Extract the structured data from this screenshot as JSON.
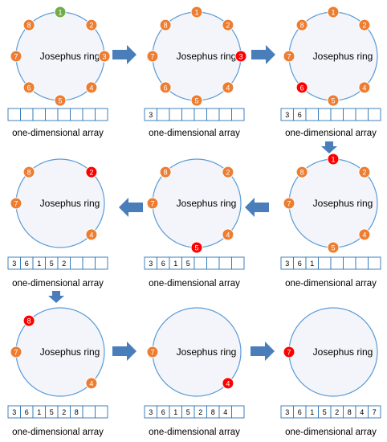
{
  "ring_label": "Josephus ring",
  "array_caption": "one-dimensional array",
  "colors": {
    "node": "#ed7d31",
    "active": "#ff0000",
    "start": "#70ad47",
    "ring_stroke": "#5b9bd5",
    "ring_fill": "#f3f5fa",
    "arrow": "#4a7ebb",
    "cell_stroke": "#2e75b6"
  },
  "panels": [
    {
      "nodes": [
        "1",
        "2",
        "3",
        "4",
        "5",
        "6",
        "7",
        "8"
      ],
      "highlight": "1",
      "highlight_color": "start",
      "array": [
        "",
        "",
        "",
        "",
        "",
        "",
        "",
        ""
      ]
    },
    {
      "nodes": [
        "1",
        "2",
        "3",
        "4",
        "5",
        "6",
        "7",
        "8"
      ],
      "highlight": "3",
      "highlight_color": "active",
      "array": [
        "3",
        "",
        "",
        "",
        "",
        "",
        "",
        ""
      ]
    },
    {
      "nodes": [
        "1",
        "2",
        "4",
        "5",
        "6",
        "7",
        "8"
      ],
      "highlight": "6",
      "highlight_color": "active",
      "array": [
        "3",
        "6",
        "",
        "",
        "",
        "",
        "",
        ""
      ]
    },
    {
      "nodes": [
        "2",
        "4",
        "7",
        "8"
      ],
      "highlight": "2",
      "highlight_color": "active",
      "array": [
        "3",
        "6",
        "1",
        "5",
        "2",
        "",
        "",
        ""
      ]
    },
    {
      "nodes": [
        "2",
        "4",
        "5",
        "7",
        "8"
      ],
      "highlight": "5",
      "highlight_color": "active",
      "array": [
        "3",
        "6",
        "1",
        "5",
        "",
        "",
        "",
        ""
      ]
    },
    {
      "nodes": [
        "1",
        "2",
        "4",
        "5",
        "7",
        "8"
      ],
      "highlight": "1",
      "highlight_color": "active",
      "array": [
        "3",
        "6",
        "1",
        "",
        "",
        "",
        "",
        ""
      ]
    },
    {
      "nodes": [
        "4",
        "7",
        "8"
      ],
      "highlight": "8",
      "highlight_color": "active",
      "array": [
        "3",
        "6",
        "1",
        "5",
        "2",
        "8",
        "",
        ""
      ]
    },
    {
      "nodes": [
        "4",
        "7"
      ],
      "highlight": "4",
      "highlight_color": "active",
      "array": [
        "3",
        "6",
        "1",
        "5",
        "2",
        "8",
        "4",
        ""
      ]
    },
    {
      "nodes": [
        "7"
      ],
      "highlight": "7",
      "highlight_color": "active",
      "array": [
        "3",
        "6",
        "1",
        "5",
        "2",
        "8",
        "4",
        "7"
      ]
    }
  ]
}
